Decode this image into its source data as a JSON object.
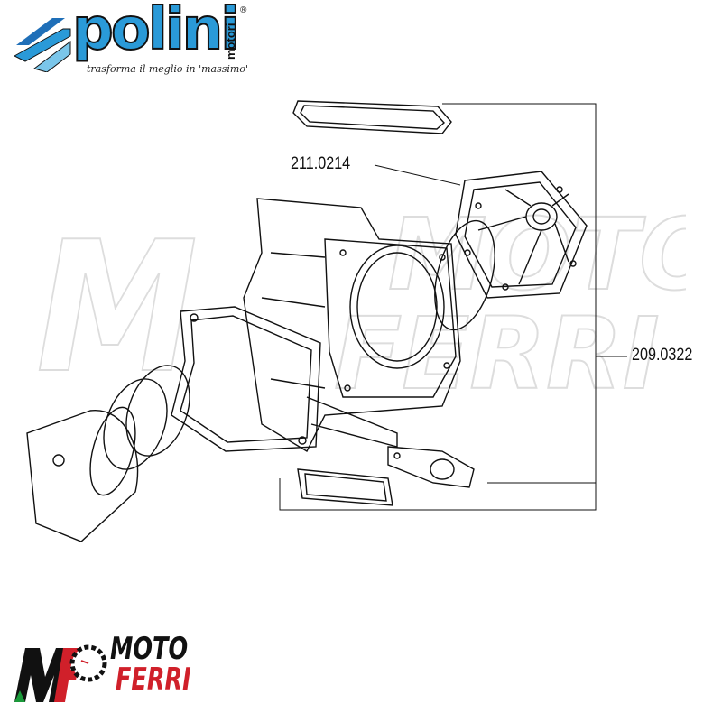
{
  "header_logo": {
    "brand": "polini",
    "sub": "motori",
    "registered": "®",
    "tagline": "trasforma il meglio in 'massimo'"
  },
  "parts": [
    {
      "number": "211.0214"
    },
    {
      "number": "209.0322"
    }
  ],
  "watermark": {
    "line1": "MOTO",
    "line2": "FERRI"
  },
  "footer_logo": {
    "initials": "MF",
    "line1": "MOTO",
    "line2": "FERRI"
  },
  "colors": {
    "polini_blue": "#2a9ad8",
    "moto_ferri_red": "#d0202a",
    "line": "#111111"
  }
}
